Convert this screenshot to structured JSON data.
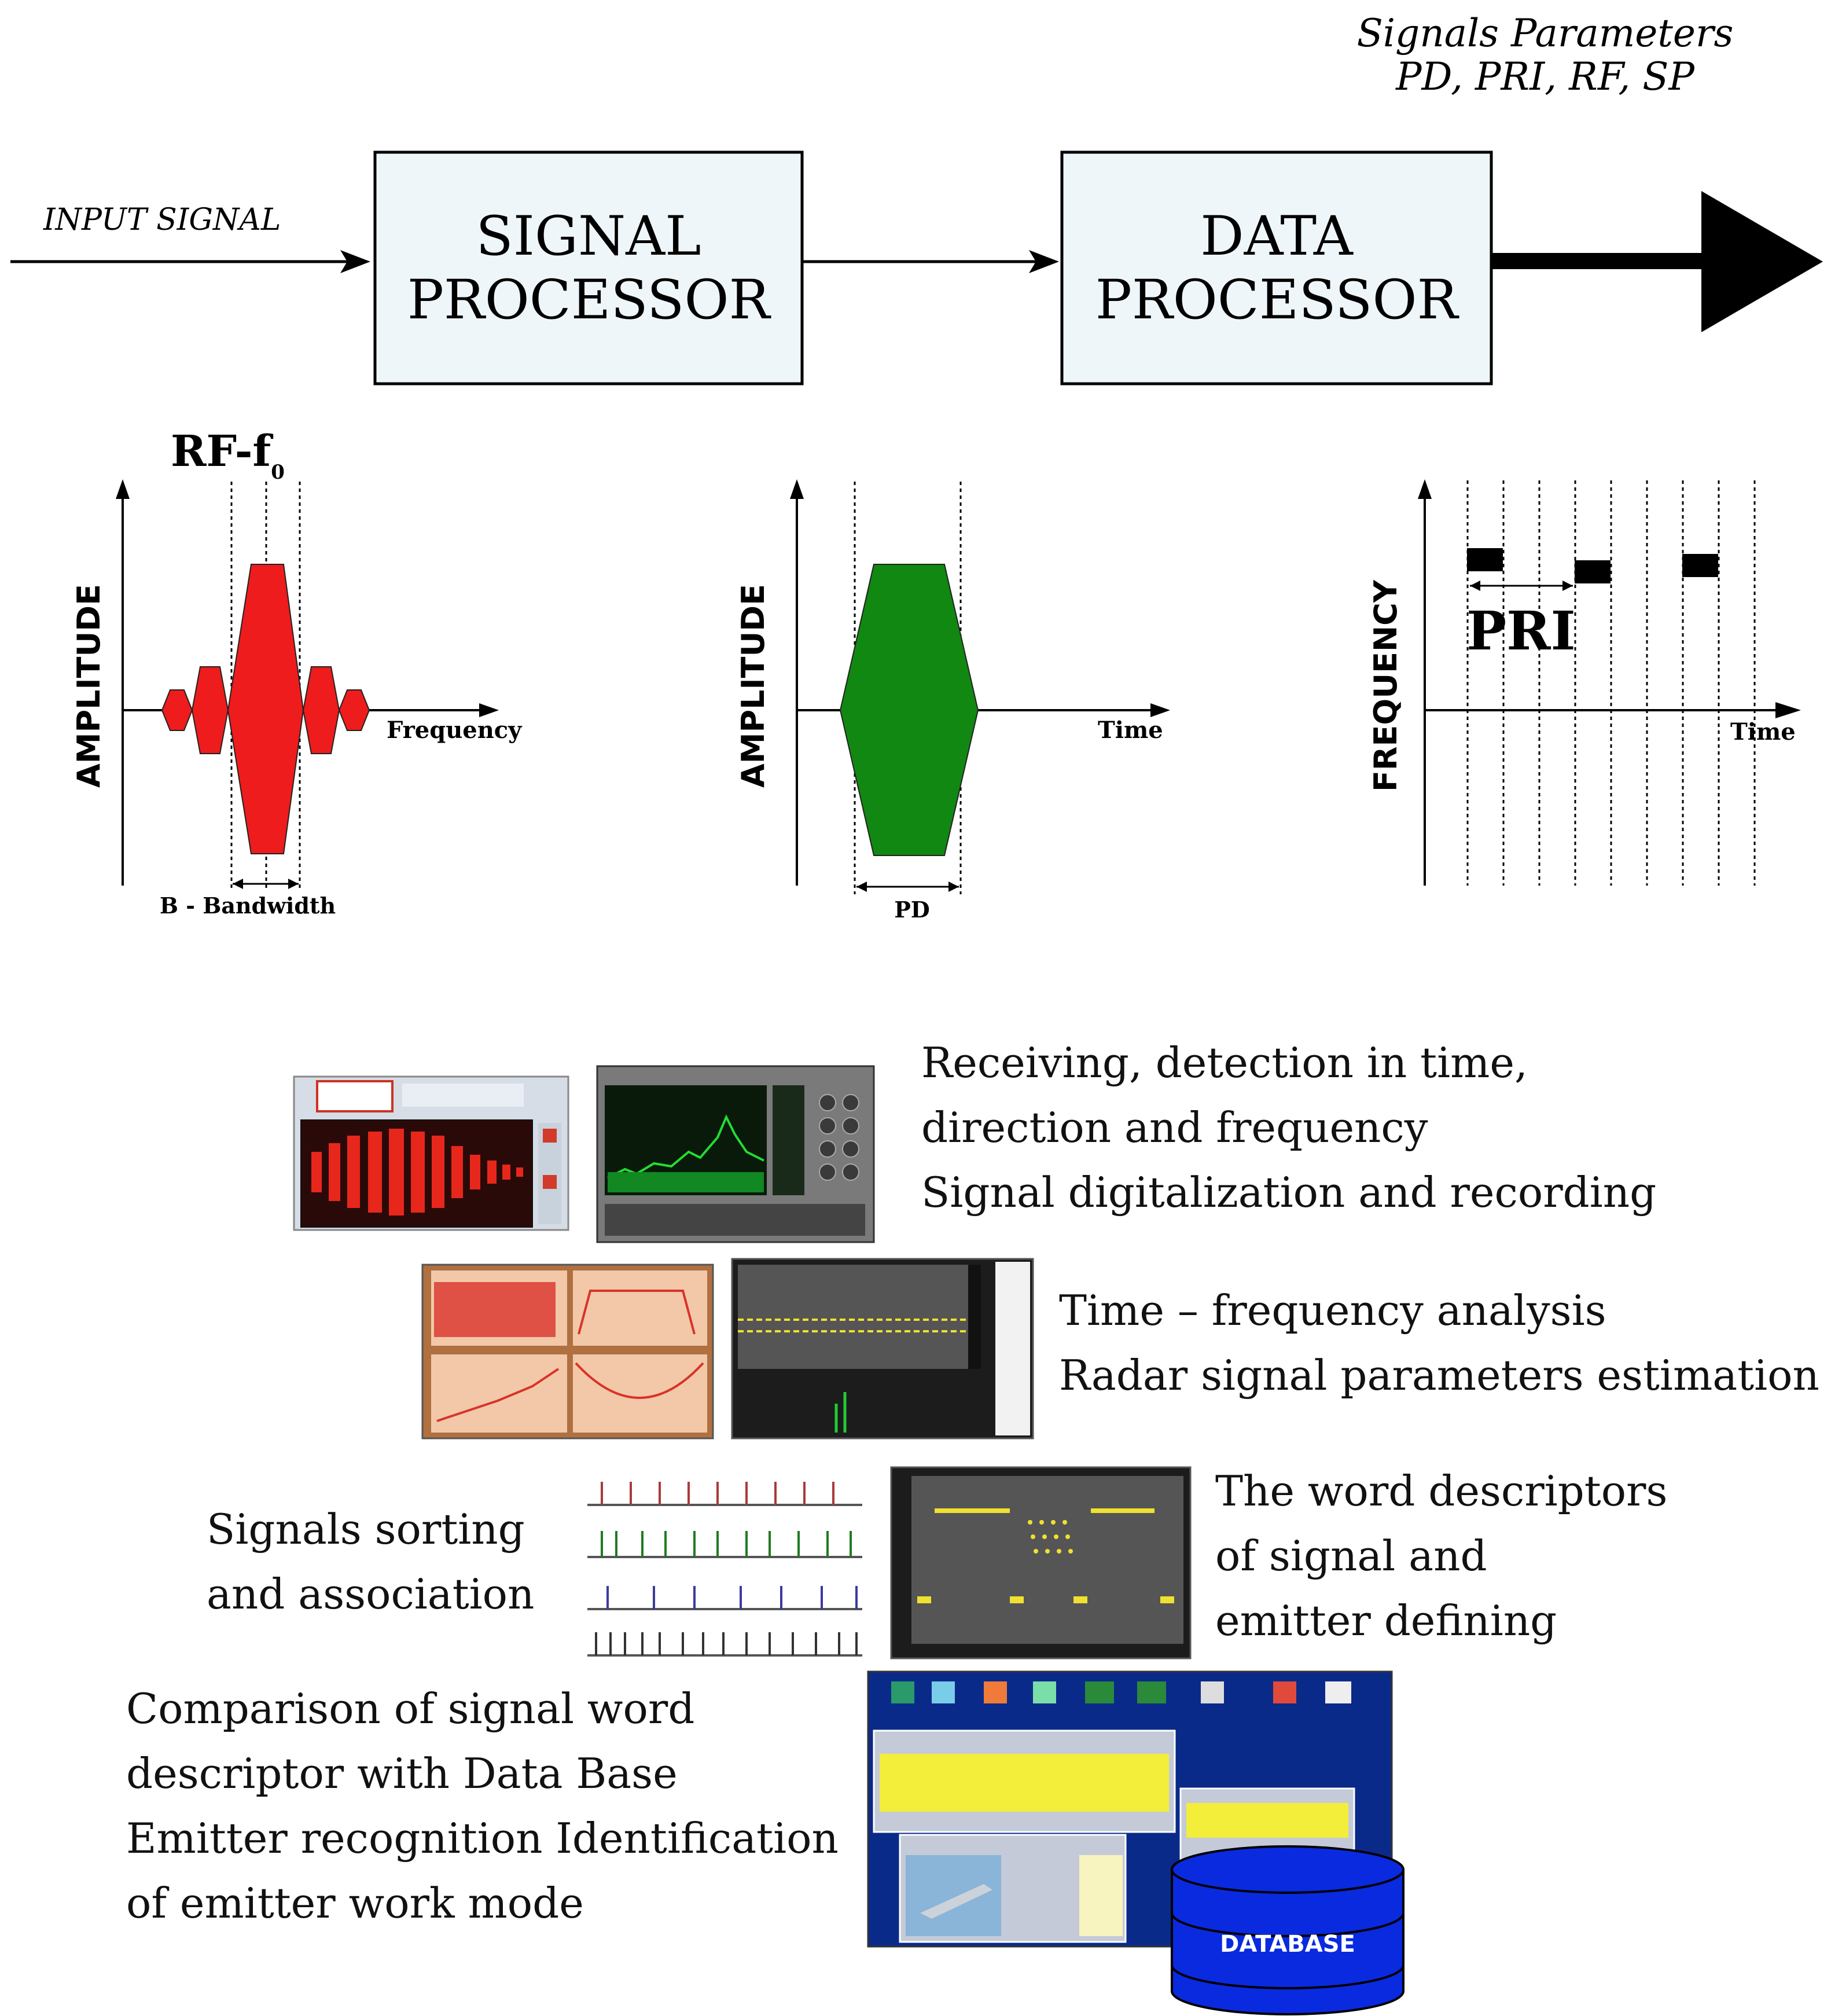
{
  "header": {
    "signals_parameters_title": "Signals Parameters",
    "signals_parameters_list": "PD, PRI, RF, SP"
  },
  "flow": {
    "input_label": "INPUT SIGNAL",
    "signal_processor": [
      "SIGNAL",
      "PROCESSOR"
    ],
    "data_processor": [
      "DATA",
      "PROCESSOR"
    ]
  },
  "plots": {
    "spectrum": {
      "title_main": "RF-f",
      "title_sub": "0",
      "y_label": "AMPLITUDE",
      "x_label": "Frequency",
      "bottom_label": "B - Bandwidth",
      "fill_color": "#ee1c1c"
    },
    "pulse": {
      "y_label": "AMPLITUDE",
      "x_label": "Time",
      "bottom_label": "PD",
      "fill_color": "#118811"
    },
    "pri": {
      "y_label": "FREQUENCY",
      "x_label": "Time",
      "marker_label": "PRI",
      "pulse_color": "#000000"
    }
  },
  "stages": [
    {
      "lines": [
        "Receiving, detection in time,",
        "direction and frequency",
        "Signal digitalization and recording"
      ]
    },
    {
      "lines": [
        "Time – frequency analysis",
        "Radar signal parameters estimation"
      ]
    },
    {
      "left_lines": [
        "Signals sorting",
        "and association"
      ],
      "right_lines": [
        "The word descriptors",
        "of signal and",
        "emitter defining"
      ]
    },
    {
      "lines": [
        "Comparison of signal word",
        "descriptor with Data Base",
        "Emitter recognition Identification",
        "of emitter work mode"
      ]
    }
  ],
  "database_label": "DATABASE"
}
